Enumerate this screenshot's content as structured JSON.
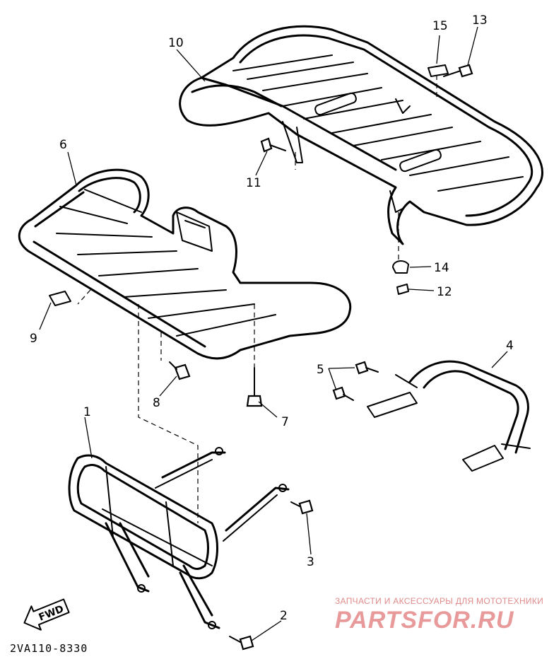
{
  "diagram": {
    "callouts": [
      "1",
      "2",
      "3",
      "4",
      "5",
      "6",
      "7",
      "8",
      "9",
      "10",
      "11",
      "12",
      "13",
      "14",
      "15"
    ],
    "fwd_label": "FWD",
    "drawing_code": "2VA110-8330"
  },
  "watermark": {
    "tagline": "ЗАПЧАСТИ И АКСЕССУАРЫ ДЛЯ МОТОТЕХНИКИ",
    "logo": "PARTSFOR.RU"
  },
  "colors": {
    "line": "#000000",
    "background": "#ffffff",
    "watermark": "#e08a8a"
  }
}
